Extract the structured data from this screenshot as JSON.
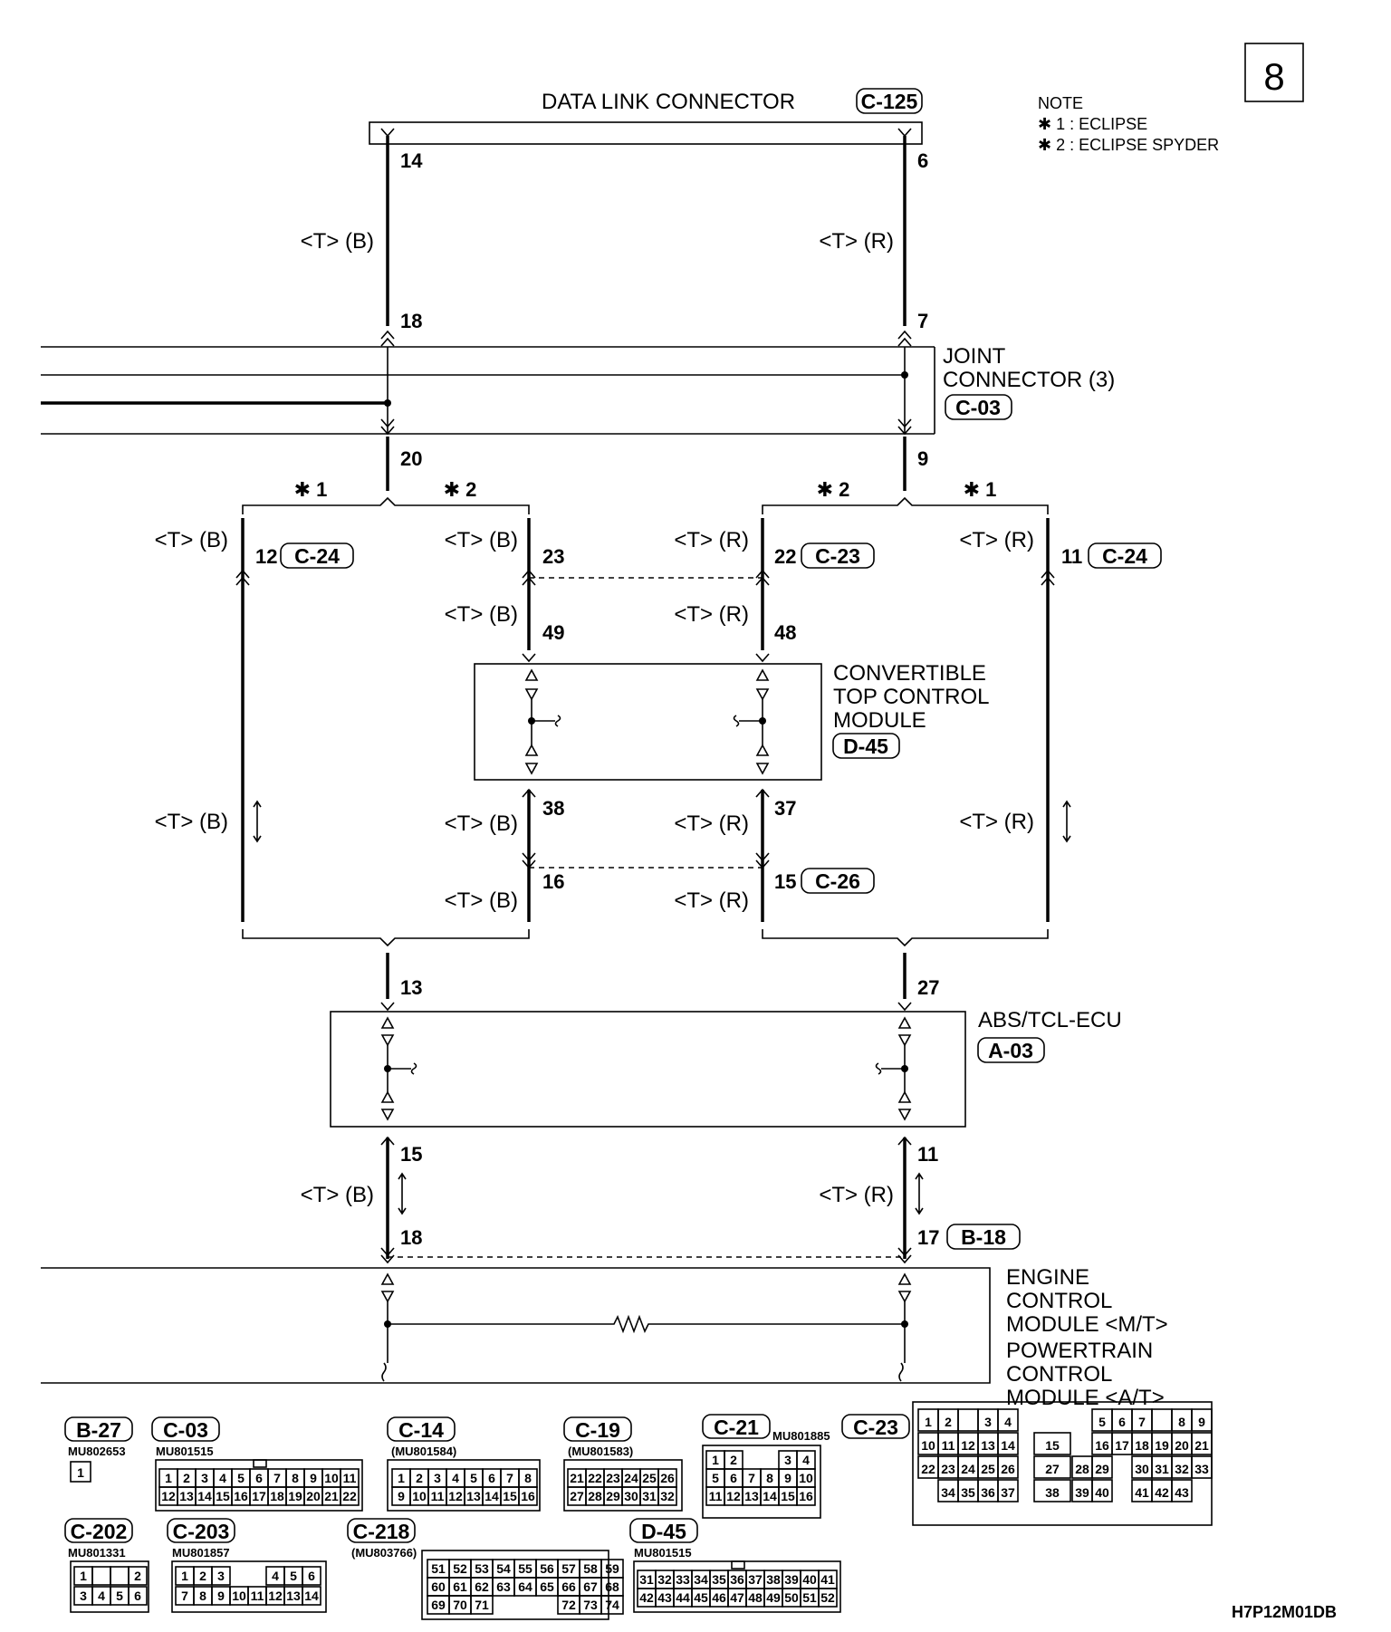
{
  "page_number": "8",
  "note": {
    "title": "NOTE",
    "star1": "✱ 1 : ECLIPSE",
    "star2": "✱ 2 : ECLIPSE SPYDER",
    "mark1": "✱ 1",
    "mark2": "✱ 2"
  },
  "components": {
    "dlc": {
      "name": "DATA LINK CONNECTOR",
      "code": "C-125"
    },
    "joint": {
      "line1": "JOINT",
      "line2": "CONNECTOR (3)",
      "code": "C-03"
    },
    "ctcm": {
      "line1": "CONVERTIBLE",
      "line2": "TOP CONTROL",
      "line3": "MODULE",
      "code": "D-45"
    },
    "abs": {
      "name": "ABS/TCL-ECU",
      "code": "A-03"
    },
    "ecm": {
      "line1": "ENGINE",
      "line2": "CONTROL",
      "line3": "MODULE <M/T>",
      "line4": "POWERTRAIN",
      "line5": "CONTROL",
      "line6": "MODULE <A/T>"
    }
  },
  "wire_labels": {
    "black": "<T> (B)",
    "red": "<T> (R)"
  },
  "pins": {
    "dlc_left": "14",
    "dlc_right": "6",
    "joint_in_left": "18",
    "joint_in_right": "7",
    "joint_out_left": "20",
    "joint_out_right": "9",
    "c24_left": "12",
    "c24_right": "11",
    "c23_left": "23",
    "c23_right": "22",
    "ctcm_in_left": "49",
    "ctcm_in_right": "48",
    "ctcm_out_left": "38",
    "ctcm_out_right": "37",
    "c26_left": "16",
    "c26_right": "15",
    "abs_in_left": "13",
    "abs_in_right": "27",
    "abs_out_left": "15",
    "abs_out_right": "11",
    "ecm_left": "18",
    "ecm_right": "17"
  },
  "connector_codes": {
    "c24": "C-24",
    "c23": "C-23",
    "c26": "C-26",
    "b18": "B-18"
  },
  "connector_views": [
    {
      "code": "B-27",
      "part": "MU802653"
    },
    {
      "code": "C-03",
      "part": "MU801515"
    },
    {
      "code": "C-14",
      "part": "(MU801584)"
    },
    {
      "code": "C-19",
      "part": "(MU801583)"
    },
    {
      "code": "C-21",
      "part": "MU801885"
    },
    {
      "code": "C-23",
      "part": ""
    },
    {
      "code": "C-202",
      "part": "MU801331"
    },
    {
      "code": "C-203",
      "part": "MU801857"
    },
    {
      "code": "C-218",
      "part": "(MU803766)"
    },
    {
      "code": "D-45",
      "part": "MU801515"
    }
  ],
  "figure_id": "H7P12M01DB"
}
